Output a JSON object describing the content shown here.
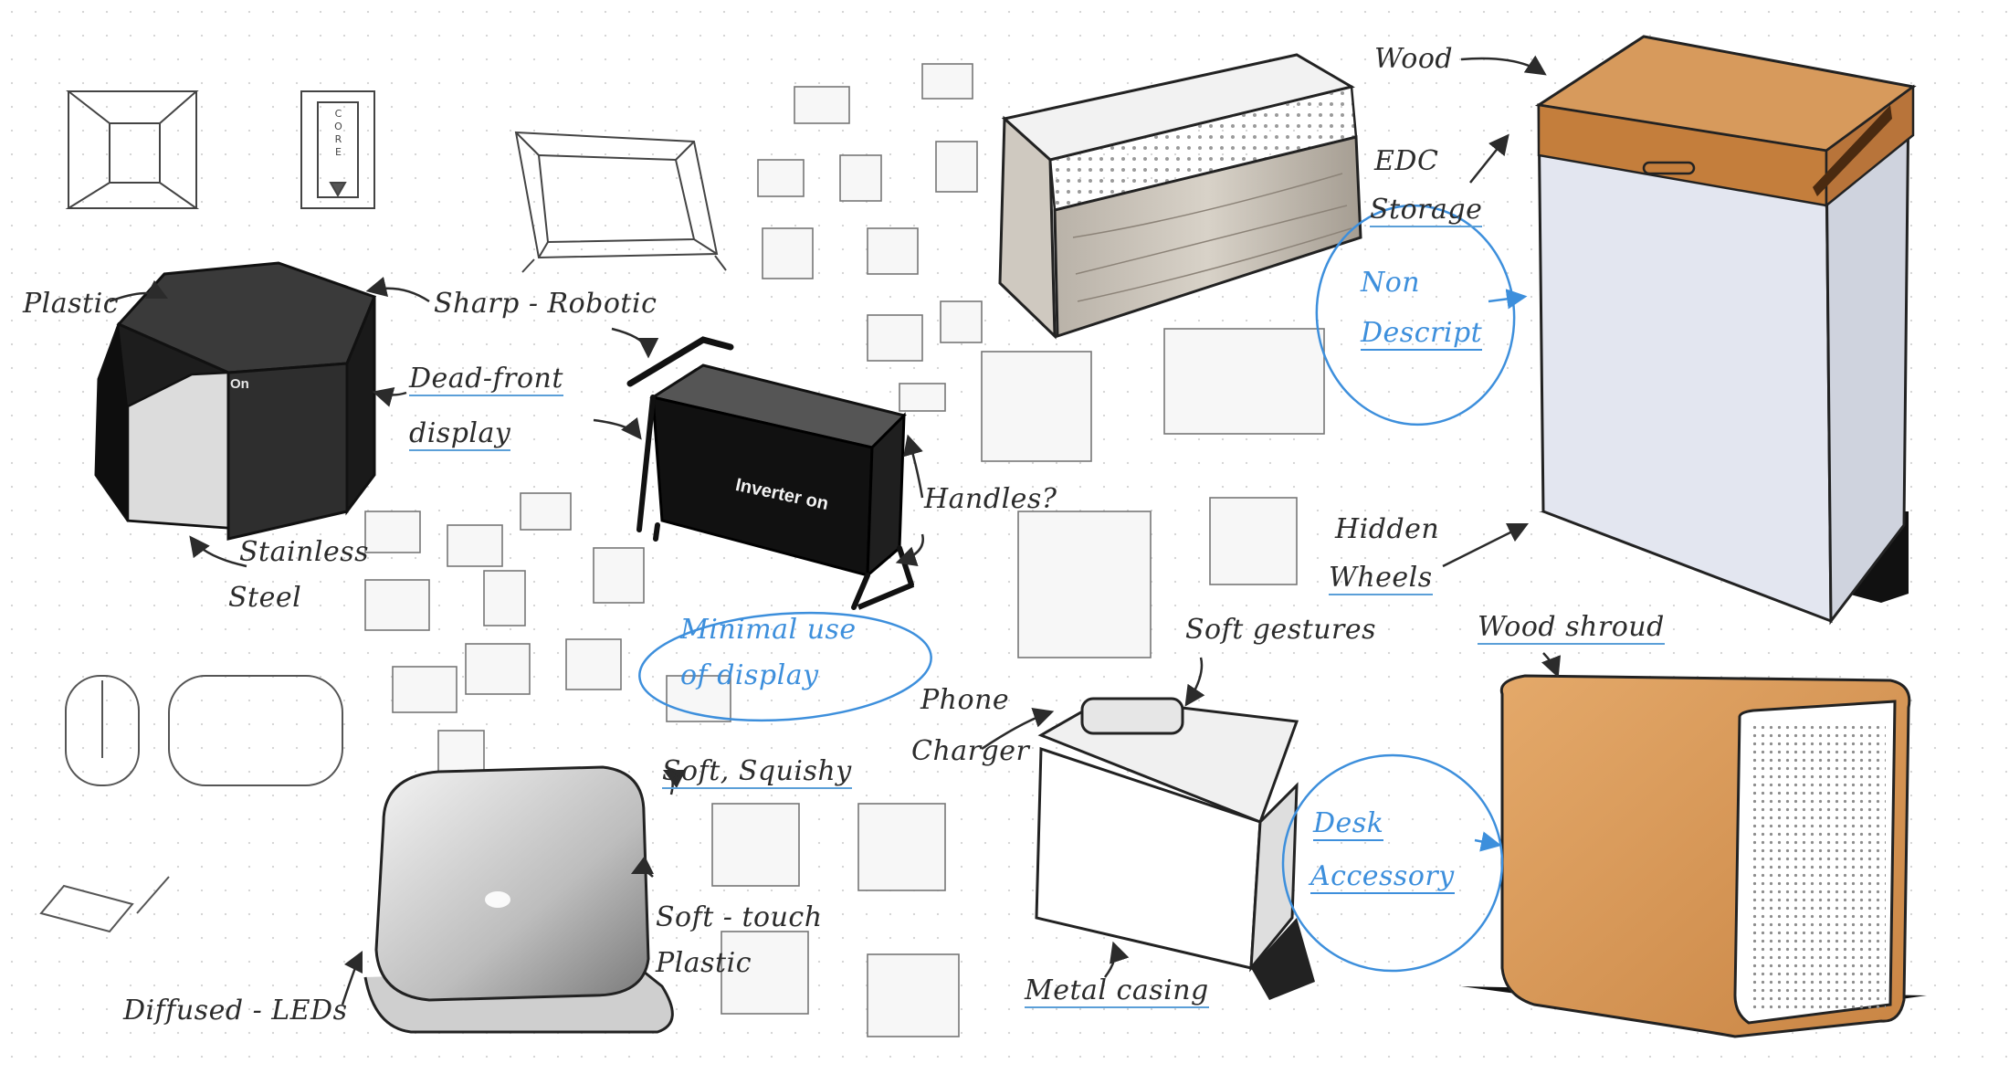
{
  "colors": {
    "ink": "#2b2b2b",
    "pencil": "#8a8a8a",
    "accent_blue": "#3d8fdc",
    "wood": "#d79a5c",
    "wood_dark": "#b8743a",
    "casing_light": "#e3e6f0",
    "dark_shell": "#2e2e2e"
  },
  "product_text": {
    "core_mark": "CORE",
    "on_label": "On",
    "inverter_label": "Inverter on"
  },
  "annotations": {
    "plastic": "Plastic",
    "sharp_robotic": "Sharp - Robotic",
    "dead_front": "Dead-front",
    "display": "display",
    "stainless": "Stainless",
    "steel": "Steel",
    "handles": "Handles?",
    "minimal_use": "Minimal use",
    "of_display": "of display",
    "soft_squishy": "Soft, Squishy",
    "soft_touch": "Soft - touch",
    "plastic_2": "Plastic",
    "diffused_leds": "Diffused - LEDs",
    "phone": "Phone",
    "charger": "Charger",
    "soft_gestures": "Soft gestures",
    "metal_casing": "Metal casing",
    "wood": "Wood",
    "edc": "EDC",
    "storage": "Storage",
    "non": "Non",
    "descript": "Descript",
    "hidden": "Hidden",
    "wheels": "Wheels",
    "wood_shroud": "Wood shroud",
    "desk": "Desk",
    "accessory": "Accessory"
  }
}
